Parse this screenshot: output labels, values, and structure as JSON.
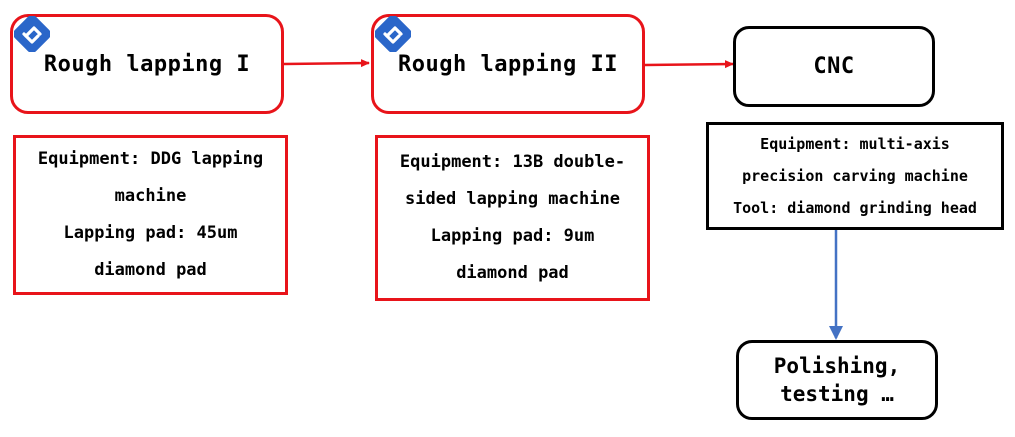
{
  "stages": {
    "rough1": {
      "title": "Rough lapping I"
    },
    "rough2": {
      "title": "Rough lapping II"
    },
    "cnc": {
      "title": "CNC"
    },
    "final": {
      "title": "Polishing,\ntesting …"
    }
  },
  "details": {
    "rough1": {
      "text": "Equipment: DDG lapping\nmachine\nLapping pad: 45um\ndiamond pad"
    },
    "rough2": {
      "text": "Equipment: 13B double-\nsided lapping machine\nLapping pad: 9um\ndiamond pad"
    },
    "cnc": {
      "text": "Equipment: multi-axis\nprecision carving machine\nTool: diamond grinding head"
    }
  },
  "icons": {
    "logo": "brand-logo-icon"
  },
  "colors": {
    "red": "#e8141a",
    "black": "#000000",
    "blue": "#4472c4",
    "logo": "#2a66c9"
  }
}
